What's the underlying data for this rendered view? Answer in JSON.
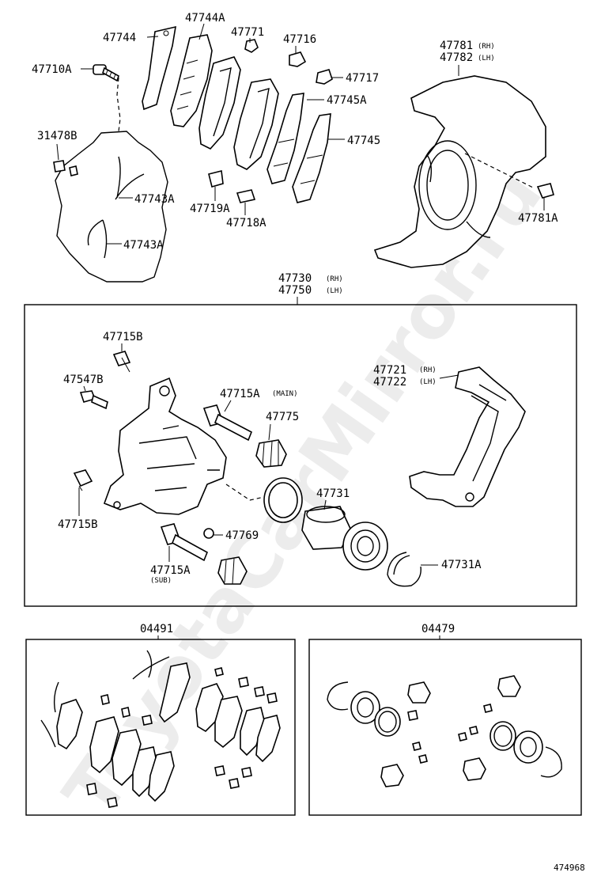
{
  "watermark": "ToyotaCarMirror.ru",
  "diagram_id": "474968",
  "callouts": {
    "c47744": "47744",
    "c47744A": "47744A",
    "c47771": "47771",
    "c47716": "47716",
    "c47717": "47717",
    "c47710A": "47710A",
    "c47745A": "47745A",
    "c47745": "47745",
    "c31478B": "31478B",
    "c47743A_1": "47743A",
    "c47743A_2": "47743A",
    "c47719A": "47719A",
    "c47718A": "47718A",
    "c47781": "47781",
    "c47782": "47782",
    "c47781A": "47781A",
    "c47730": "47730",
    "c47750": "47750",
    "c47715B_1": "47715B",
    "c47547B": "47547B",
    "c47715A_main": "47715A",
    "c47775": "47775",
    "c47721": "47721",
    "c47722": "47722",
    "c47731": "47731",
    "c47715B_2": "47715B",
    "c47769": "47769",
    "c47715A_sub": "47715A",
    "c47731A": "47731A",
    "c04491": "04491",
    "c04479": "04479"
  },
  "suffix": {
    "rh1": "(RH)",
    "lh1": "(LH)",
    "rh2": "(RH)",
    "lh2": "(LH)",
    "rh3": "(RH)",
    "lh3": "(LH)",
    "main": "(MAIN)",
    "sub": "(SUB)"
  }
}
